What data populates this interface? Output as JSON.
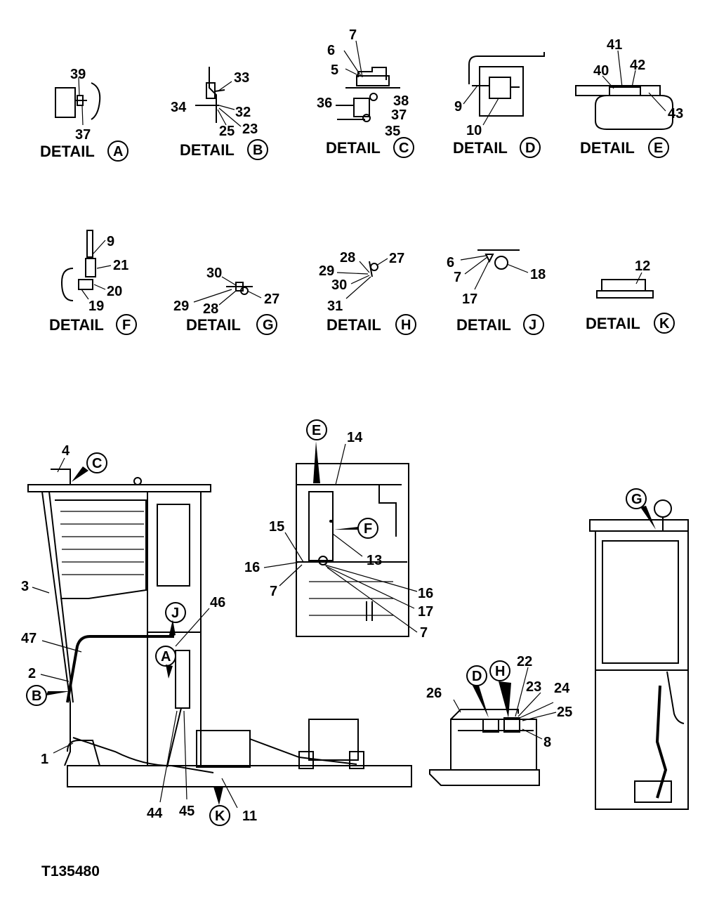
{
  "figure_code": "T135480",
  "detail_word": "DETAIL",
  "details": [
    {
      "letter": "A",
      "callouts": [
        "39",
        "37"
      ]
    },
    {
      "letter": "B",
      "callouts": [
        "33",
        "34",
        "32",
        "25",
        "23"
      ]
    },
    {
      "letter": "C",
      "callouts": [
        "7",
        "6",
        "5",
        "36",
        "38",
        "37",
        "35"
      ]
    },
    {
      "letter": "D",
      "callouts": [
        "9",
        "10"
      ]
    },
    {
      "letter": "E",
      "callouts": [
        "41",
        "40",
        "42",
        "43"
      ]
    },
    {
      "letter": "F",
      "callouts": [
        "9",
        "21",
        "20",
        "19"
      ]
    },
    {
      "letter": "G",
      "callouts": [
        "30",
        "29",
        "28",
        "27"
      ]
    },
    {
      "letter": "H",
      "callouts": [
        "28",
        "27",
        "29",
        "30",
        "31"
      ]
    },
    {
      "letter": "J",
      "callouts": [
        "6",
        "7",
        "18",
        "17"
      ]
    },
    {
      "letter": "K",
      "callouts": [
        "12"
      ]
    }
  ],
  "main_view_callouts": [
    "4",
    "3",
    "47",
    "2",
    "1",
    "46",
    "44",
    "45",
    "11"
  ],
  "main_view_markers": [
    "C",
    "J",
    "A",
    "B",
    "K"
  ],
  "rear_view_callouts": [
    "14",
    "15",
    "16",
    "7",
    "13",
    "16",
    "17",
    "7"
  ],
  "rear_view_markers": [
    "E",
    "F"
  ],
  "tank_view_callouts": [
    "26",
    "22",
    "23",
    "24",
    "25",
    "8"
  ],
  "tank_view_markers": [
    "D",
    "H"
  ],
  "side_view_markers": [
    "G"
  ]
}
